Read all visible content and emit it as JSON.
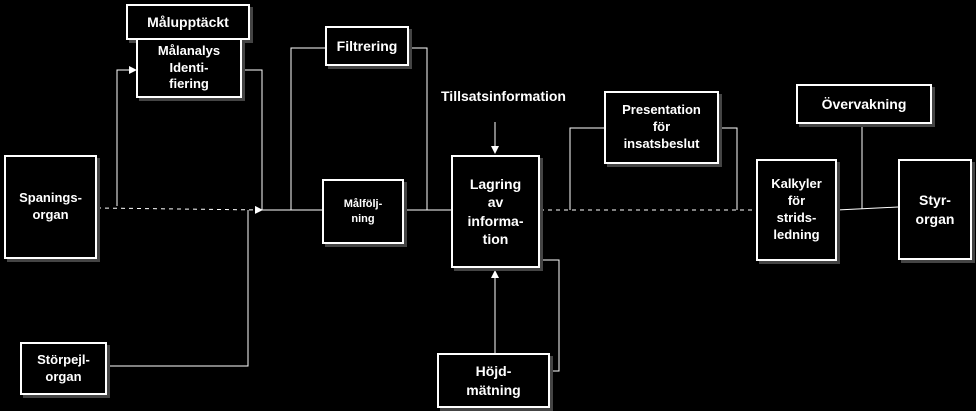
{
  "nodes": {
    "malupptackt": "Målupptäckt",
    "malanalys": "Målanalys\nIdenti-\nfiering",
    "filtrering": "Filtrering",
    "spaningsorgan": "Spanings-\norgan",
    "malfoljning": "Målfölj-\nning",
    "storpejl": "Störpejl-\norgan",
    "lagring": "Lagring\nav\ninforma-\ntion",
    "tillsats": "Tillsatsinformation",
    "hojd": "Höjd-\nmätning",
    "presentation": "Presentation\nför\ninsatsbeslut",
    "overvakning": "Övervakning",
    "kalkyler": "Kalkyler\nför\nstrids-\nledning",
    "styrorgan": "Styr-\norgan"
  },
  "colors": {
    "background": "#000000",
    "line": "#ffffff",
    "shadow": "#444444"
  }
}
